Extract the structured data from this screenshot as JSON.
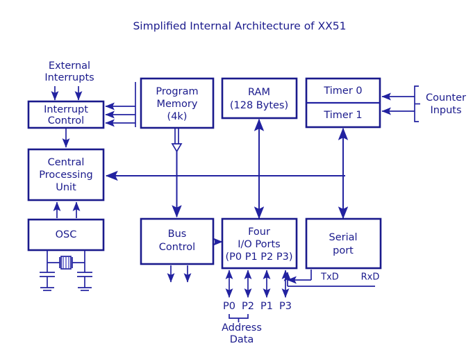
{
  "title": "Simplified Internal Architecture of XX51",
  "theme": {
    "ink": "#1a1a8c",
    "wire": "#2222a0",
    "background": "#ffffff"
  },
  "blocks": {
    "interrupt_control": {
      "line1": "Interrupt",
      "line2": "Control"
    },
    "cpu": {
      "line1": "Central",
      "line2": "Processing",
      "line3": "Unit"
    },
    "osc": {
      "line1": "OSC"
    },
    "program_memory": {
      "line1": "Program",
      "line2": "Memory",
      "line3": "(4k)"
    },
    "ram": {
      "line1": "RAM",
      "line2": "(128 Bytes)"
    },
    "timer": {
      "line1": "Timer 0",
      "line2": "Timer 1"
    },
    "bus_control": {
      "line1": "Bus",
      "line2": "Control"
    },
    "io_ports": {
      "line1": "Four",
      "line2": "I/O Ports",
      "line3": "(P0 P1 P2 P3)"
    },
    "serial_port": {
      "line1": "Serial",
      "line2": "port"
    }
  },
  "labels": {
    "external_interrupts_line1": "External",
    "external_interrupts_line2": "Interrupts",
    "counter_inputs_line1": "Counter",
    "counter_inputs_line2": "Inputs",
    "txd": "TxD",
    "rxd": "RxD",
    "port_p0": "P0",
    "port_p2": "P2",
    "port_p1": "P1",
    "port_p3": "P3",
    "address": "Address",
    "data": "Data"
  }
}
